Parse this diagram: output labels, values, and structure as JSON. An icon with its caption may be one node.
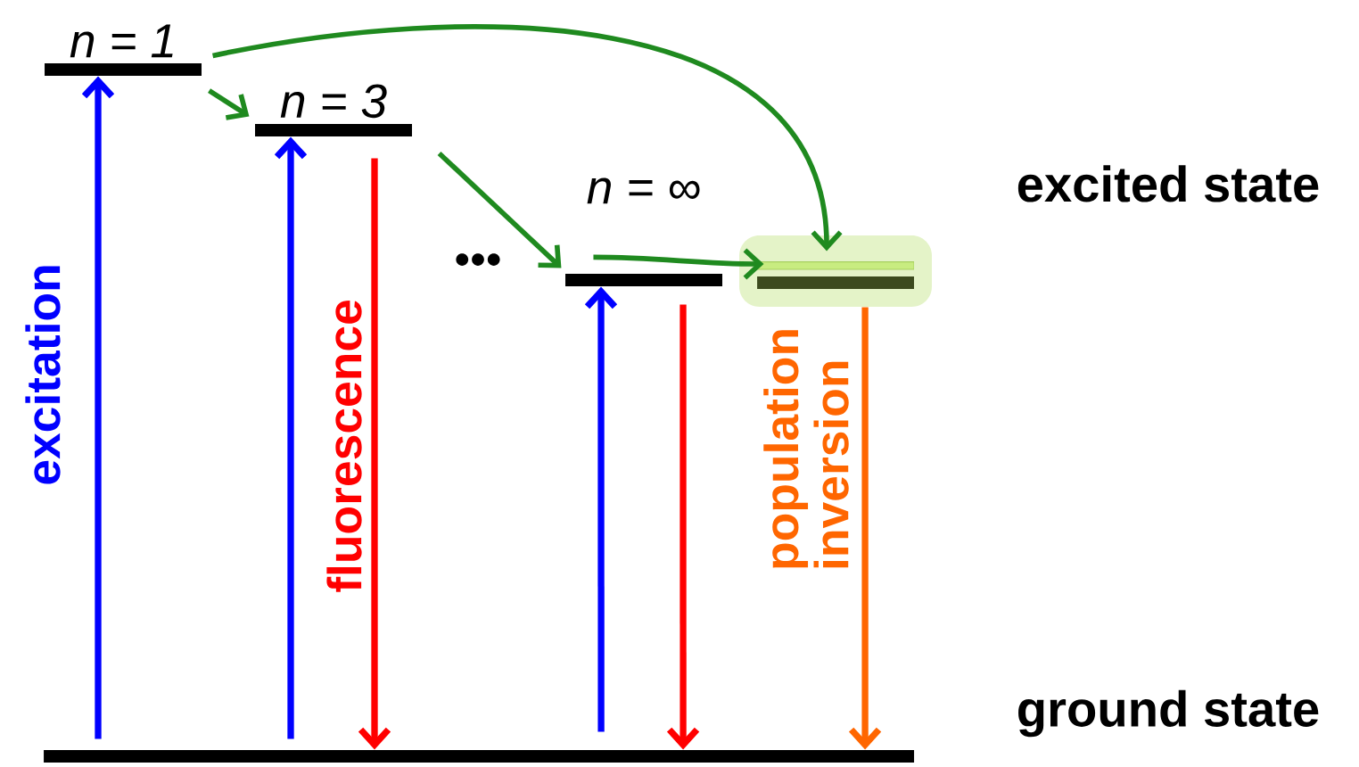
{
  "diagram": {
    "nodes": [
      {
        "text": [
          "n = 1"
        ]
      },
      {
        "text": [
          "n = 3"
        ]
      },
      {
        "text": [
          "n = ∞"
        ]
      },
      {
        "text": [],
        "shape": "bar"
      },
      {
        "text": [],
        "shape": "bar"
      }
    ],
    "edges": [
      {
        "from": 4,
        "to": 0,
        "arrow": "to",
        "color": "#0000ff"
      },
      {
        "from": 4,
        "to": 1,
        "arrow": "to",
        "color": "#0000ff"
      },
      {
        "from": 1,
        "to": 4,
        "arrow": "to",
        "color": "#ff0000"
      },
      {
        "from": 4,
        "to": 2,
        "arrow": "to",
        "color": "#0000ff"
      },
      {
        "from": 2,
        "to": 4,
        "arrow": "to",
        "color": "#ff0000"
      },
      {
        "from": 3,
        "to": 4,
        "arrow": "to",
        "color": "#ff6600"
      },
      {
        "from": 0,
        "to": 1,
        "arrow": "to"
      },
      {
        "from": 0,
        "to": 3,
        "arrow": "to"
      },
      {
        "from": 1,
        "to": 2,
        "arrow": "to"
      },
      {
        "from": 2,
        "to": 3,
        "arrow": "to"
      }
    ],
    "labels": [
      "excitation",
      "fluorescence",
      "population inversion",
      "•••",
      "excited state",
      "ground state"
    ]
  }
}
